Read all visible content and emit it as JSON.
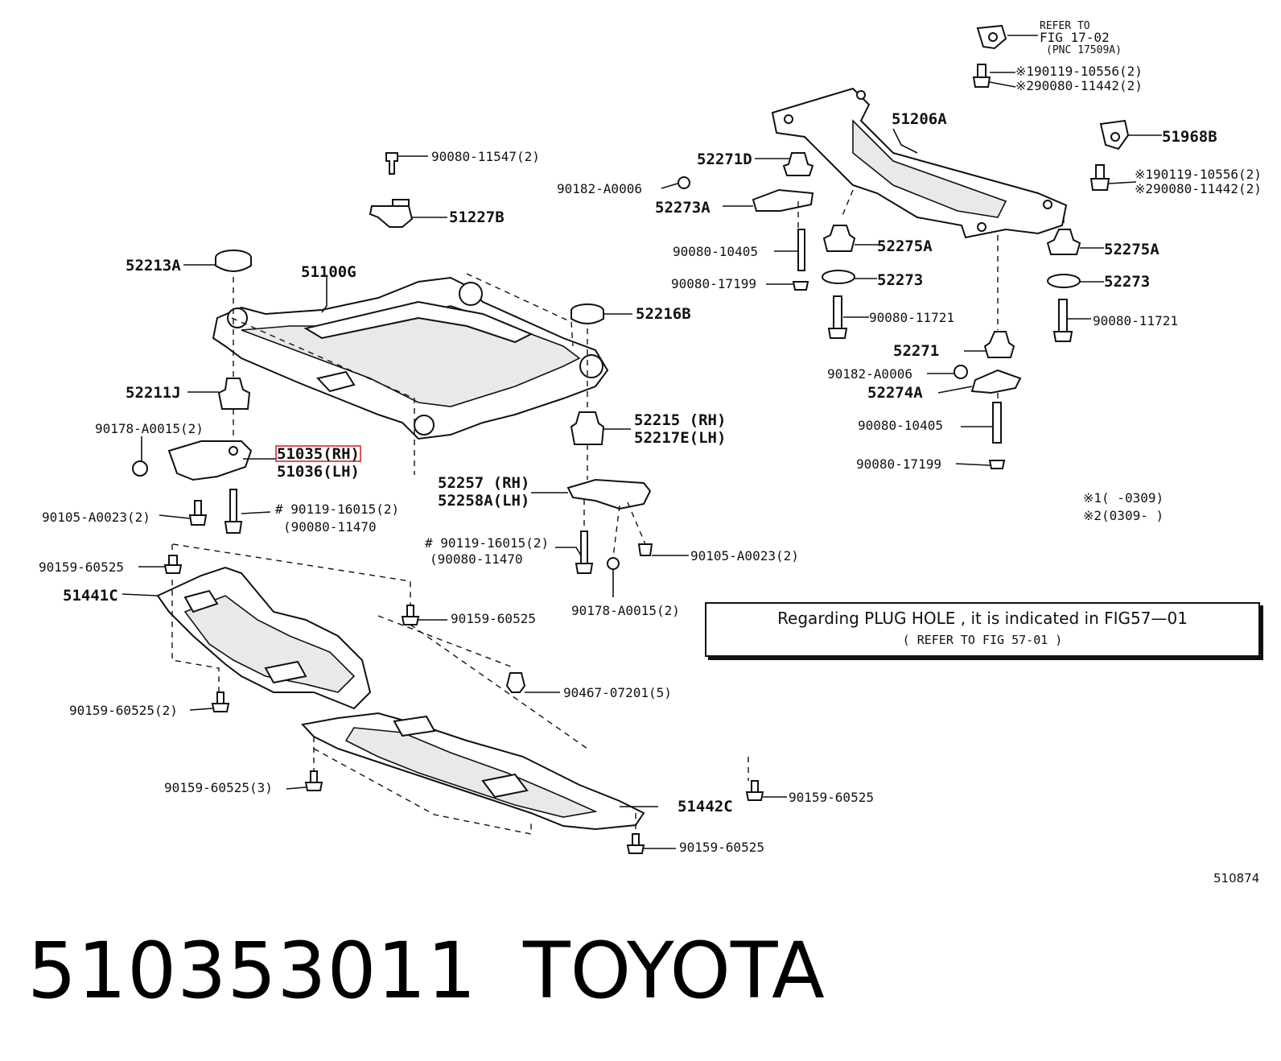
{
  "figure_number": "510874",
  "part_number": "510353011",
  "brand": "TOYOTA",
  "note": {
    "line1": "Regarding PLUG HOLE , it is indicated in FIG57—01",
    "line2": "(     REFER TO FIG 57-01     )"
  },
  "footnotes": [
    "※1(      -0309)",
    "※2(0309-      )"
  ],
  "highlight_color": "#d62828",
  "callouts": {
    "refer_fig": [
      "REFER TO",
      "FIG 17-02",
      "(PNC 17509A)"
    ],
    "c_90119_10556_top": "※190119-10556(2)",
    "c_90080_11442_top": "※290080-11442(2)",
    "c_51206A": "51206A",
    "c_51968B": "51968B",
    "c_90119_10556_r": "※190119-10556(2)",
    "c_90080_11442_r": "※290080-11442(2)",
    "c_52271D": "52271D",
    "c_90182_A0006_a": "90182-A0006",
    "c_52273A": "52273A",
    "c_90080_10405_a": "90080-10405",
    "c_52275A_a": "52275A",
    "c_52275A_b": "52275A",
    "c_90080_17199_a": "90080-17199",
    "c_52273_a": "52273",
    "c_52273_b": "52273",
    "c_90080_11721_a": "90080-11721",
    "c_90080_11721_b": "90080-11721",
    "c_52271": "52271",
    "c_90182_A0006_b": "90182-A0006",
    "c_52274A": "52274A",
    "c_90080_10405_b": "90080-10405",
    "c_90080_17199_b": "90080-17199",
    "c_90080_11547": "90080-11547(2)",
    "c_51227B": "51227B",
    "c_52213A": "52213A",
    "c_51100G": "51100G",
    "c_52216B": "52216B",
    "c_52211J": "52211J",
    "c_90178_A0015_a": "90178-A0015(2)",
    "c_51035": "51035(RH)",
    "c_51036": "51036(LH)",
    "c_52215": "52215 (RH)",
    "c_52217E": "52217E(LH)",
    "c_90105_A0023_a": "90105-A0023(2)",
    "c_90119_16015_a": "# 90119-16015(2)",
    "c_90080_11470_a": "(90080-11470",
    "c_52257": "52257 (RH)",
    "c_52258A": "52258A(LH)",
    "c_90119_16015_b": "# 90119-16015(2)",
    "c_90080_11470_b": "(90080-11470",
    "c_90105_A0023_b": "90105-A0023(2)",
    "c_90178_A0015_b": "90178-A0015(2)",
    "c_90159_60525_a": "90159-60525",
    "c_51441C": "51441C",
    "c_90159_60525_b": "90159-60525",
    "c_90467_07201": "90467-07201(5)",
    "c_90159_60525_c": "90159-60525(2)",
    "c_90159_60525_d": "90159-60525(3)",
    "c_90159_60525_e": "90159-60525",
    "c_51442C": "51442C",
    "c_90159_60525_f": "90159-60525"
  }
}
